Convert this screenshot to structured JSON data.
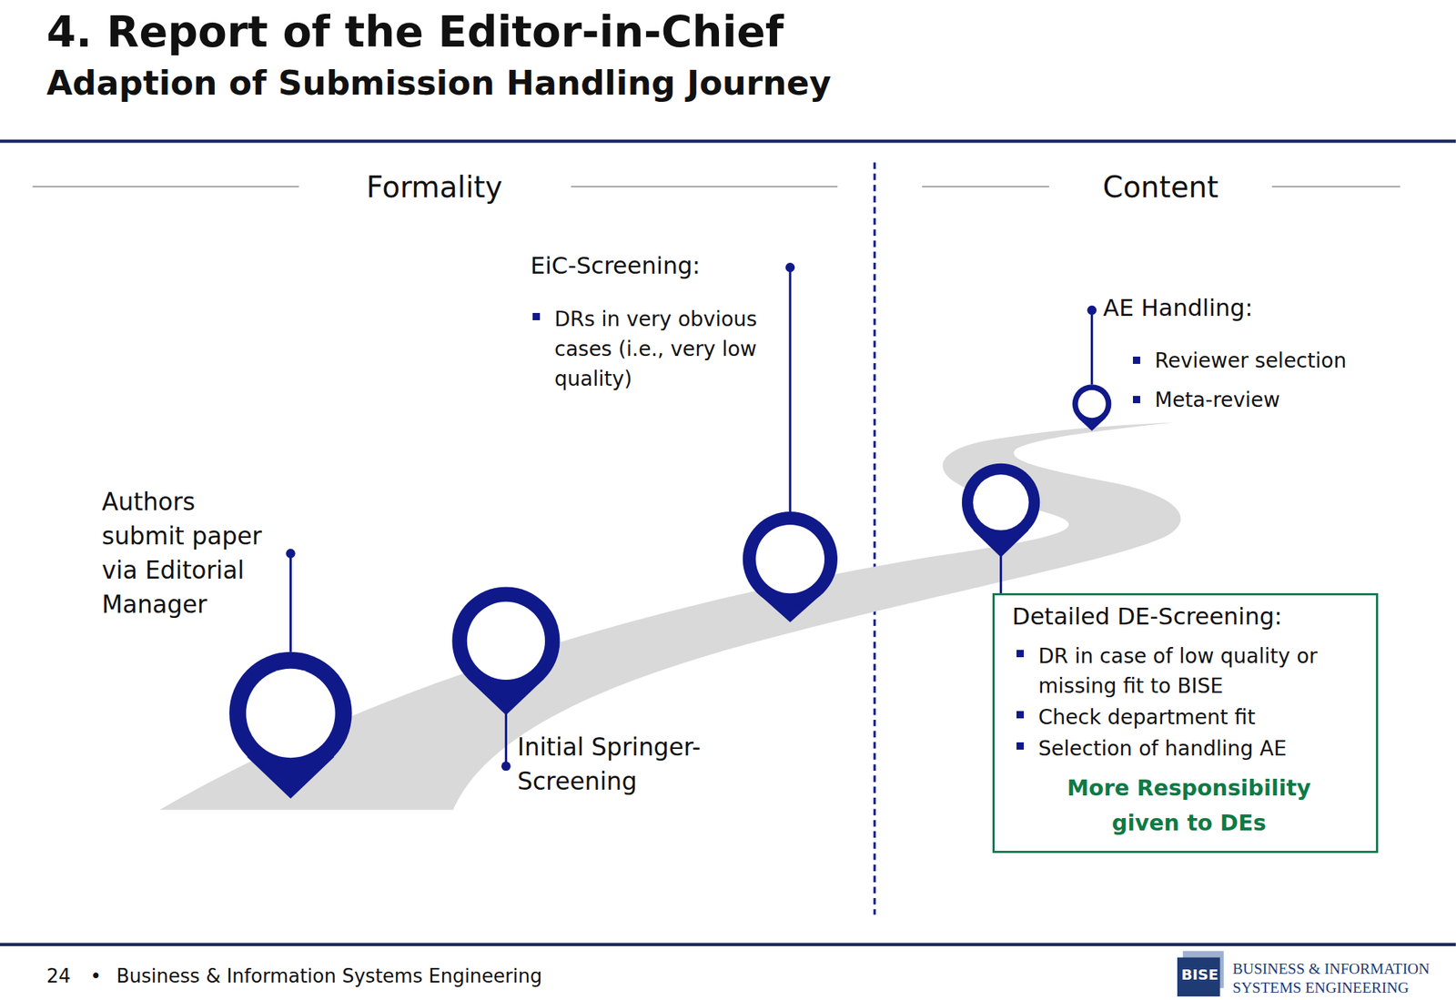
{
  "diagram": {
    "title": "4. Report of the Editor-in-Chief",
    "nodes": [
      {
        "text": [
          "Detailed DE-Screening:",
          "DR in case of low quality or missing fit to BISE",
          "Check department fit",
          "Selection of handling AE",
          "More Responsibility given to DEs"
        ]
      }
    ],
    "labels": [
      "Adaption of Submission Handling Journey",
      "Formality",
      "Content",
      "Authors submit paper via Editorial Manager",
      "Initial Springer-Screening",
      "EiC-Screening:",
      "DRs in very obvious cases (i.e., very low quality)",
      "AE Handling:",
      "Reviewer selection",
      "Meta-review",
      "24",
      "•",
      "Business & Information Systems Engineering",
      "BISE",
      "BUSINESS & INFORMATION SYSTEMS ENGINEERING"
    ]
  }
}
